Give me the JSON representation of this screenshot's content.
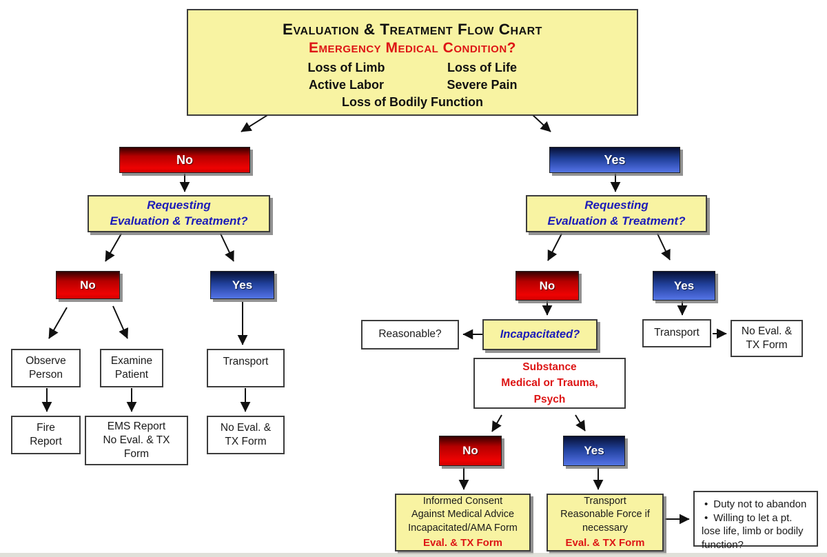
{
  "title_box": {
    "title": "Evaluation & Treatment Flow Chart",
    "question": "Emergency Medical Condition?",
    "conditions_col1": [
      "Loss of Limb",
      "Active Labor"
    ],
    "conditions_col2": [
      "Loss of Life",
      "Severe Pain"
    ],
    "conditions_center": "Loss of Bodily Function"
  },
  "labels": {
    "no": "No",
    "yes": "Yes",
    "transport": "Transport"
  },
  "requesting": {
    "line1": "Requesting",
    "line2": "Evaluation & Treatment?"
  },
  "left_branch": {
    "observe": {
      "line1": "Observe",
      "line2": "Person"
    },
    "examine": {
      "line1": "Examine",
      "line2": "Patient"
    },
    "fire_report": {
      "line1": "Fire",
      "line2": "Report"
    },
    "ems_report": {
      "line1": "EMS Report",
      "line2": "No Eval. & TX",
      "line3": "Form"
    },
    "no_eval": {
      "line1": "No Eval. &",
      "line2": "TX Form"
    }
  },
  "right_branch": {
    "reasonable": "Reasonable?",
    "incapacitated": "Incapacitated?",
    "no_eval": {
      "line1": "No Eval. &",
      "line2": "TX Form"
    },
    "substance": {
      "line1": "Substance",
      "line2": "Medical or Trauma,",
      "line3": "Psych"
    },
    "informed_consent": {
      "line1": "Informed Consent",
      "line2": "Against Medical Advice",
      "line3": "Incapacitated/AMA Form",
      "highlight": "Eval. & TX Form"
    },
    "transport_force": {
      "line1": "Transport",
      "line2": "Reasonable Force if",
      "line3": "necessary",
      "highlight": "Eval. & TX Form"
    },
    "duty_notes": {
      "bullet1": "Duty not to abandon",
      "bullet2": "Willing to let a pt. lose life, limb or bodily function?"
    }
  },
  "icons": {
    "bullet": "•"
  },
  "colors": {
    "yellow-fill": "#F8F3A2",
    "red-text": "#DD1515",
    "blue-text": "#1C1CB8",
    "red-grad-top": "#330000",
    "red-grad-bottom": "#EE0202",
    "blue-grad-top": "#071033",
    "blue-grad-bottom": "#4A68D8",
    "box-border": "#3C3C3C"
  }
}
